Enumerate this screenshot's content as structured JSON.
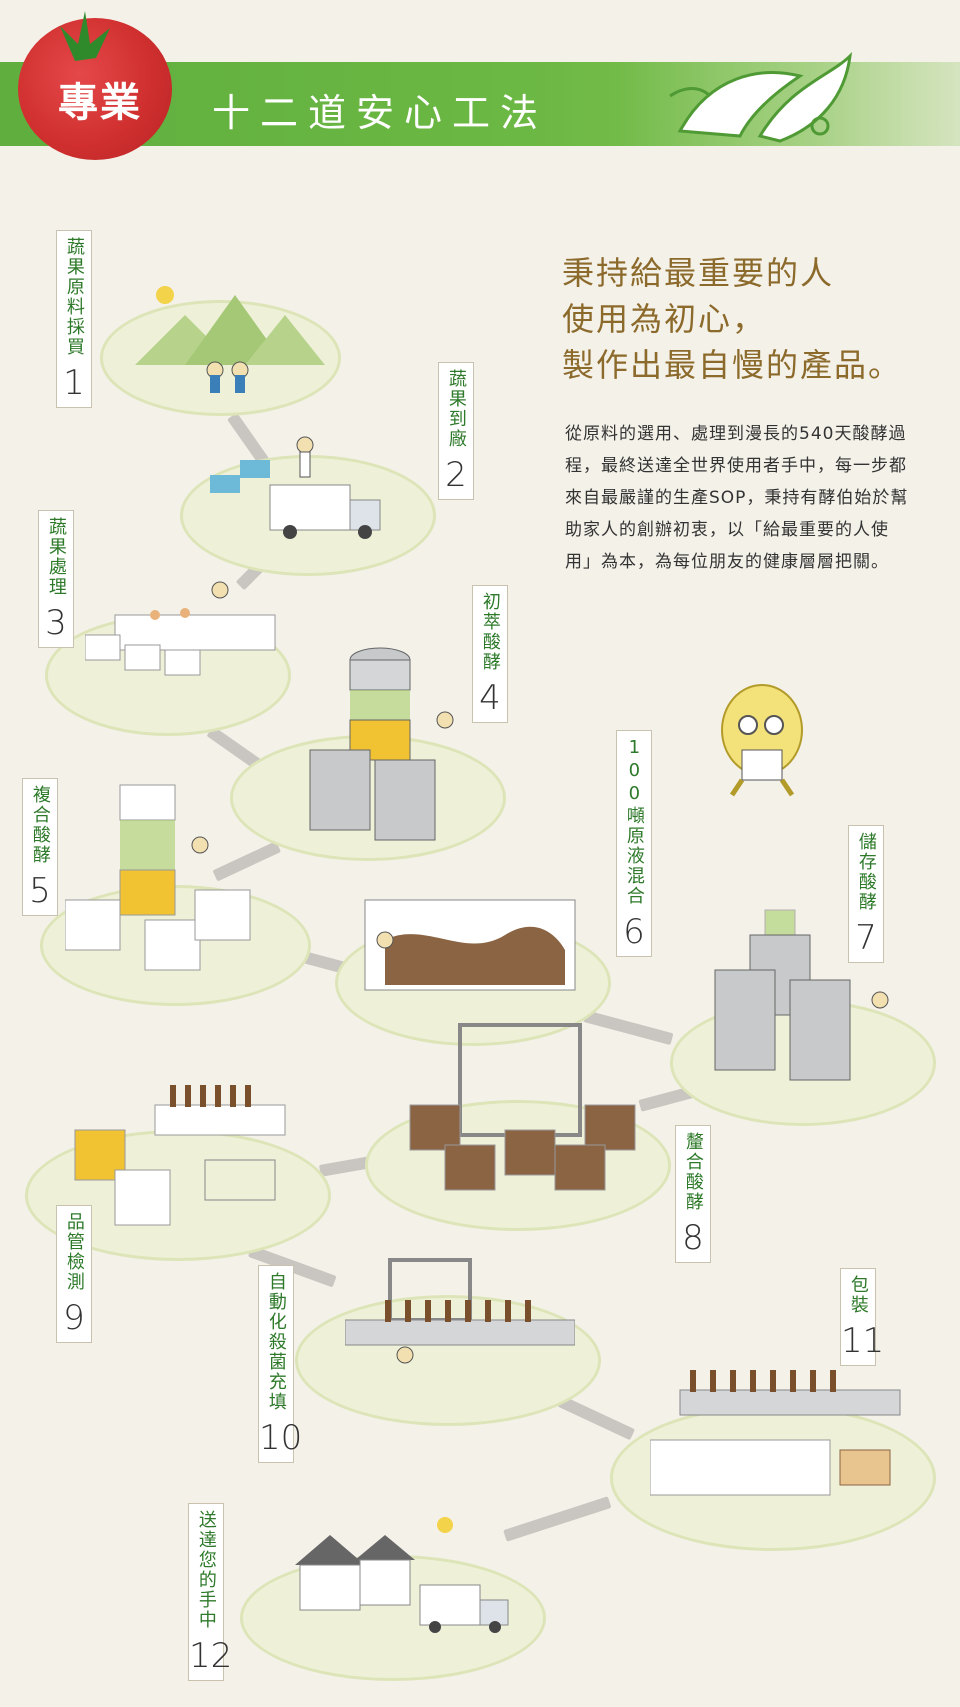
{
  "header": {
    "badge": "專業",
    "title": "十二道安心工法"
  },
  "headline": {
    "line1": "秉持給最重要的人",
    "line2": "使用為初心，",
    "line3": "製作出最自慢的產品。"
  },
  "intro": "從原料的選用、處理到漫長的540天酸酵過程，最終送達全世界使用者手中，每一步都來自最嚴謹的生產SOP，秉持有酵伯始於幫助家人的創辦初衷，以「給最重要的人使用」為本，為每位朋友的健康層層把關。",
  "steps": [
    {
      "label": "蔬果原料採買",
      "num": "1"
    },
    {
      "label": "蔬果到廠",
      "num": "2"
    },
    {
      "label": "蔬果處理",
      "num": "3"
    },
    {
      "label": "初萃酸酵",
      "num": "4"
    },
    {
      "label": "複合酸酵",
      "num": "5"
    },
    {
      "label": "100噸原液混合",
      "num": "6"
    },
    {
      "label": "儲存酸酵",
      "num": "7"
    },
    {
      "label": "釐合酸酵",
      "num": "8"
    },
    {
      "label": "品管檢測",
      "num": "9"
    },
    {
      "label": "自動化殺菌充填",
      "num": "10"
    },
    {
      "label": "包裝",
      "num": "11"
    },
    {
      "label": "送達您的手中",
      "num": "12"
    }
  ],
  "colors": {
    "banner_green": "#5fae3e",
    "tomato_red": "#d0302f",
    "headline_gold": "#8b6a2b",
    "label_green": "#2e7a2a",
    "background": "#f4f1e9"
  }
}
